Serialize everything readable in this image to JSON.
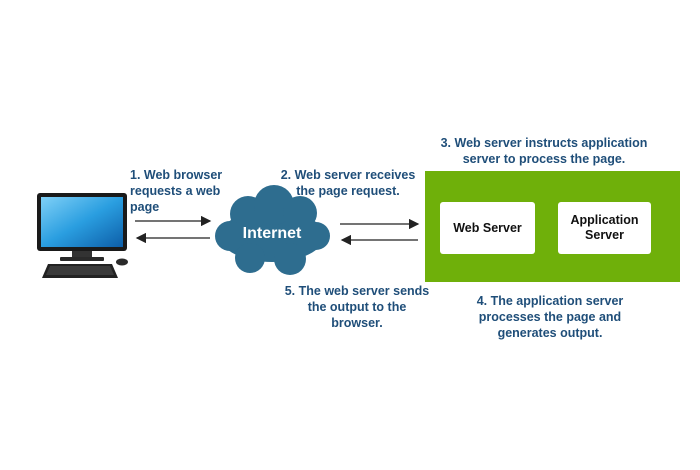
{
  "labels": {
    "step1": "1. Web browser\nrequests a web page",
    "step2": "2. Web server receives\nthe page request.",
    "step3": "3. Web server instructs application\nserver to process the page.",
    "step4": "4. The application server\nprocesses the page and\ngenerates output.",
    "step5": "5. The web server sends\nthe output to the\nbrowser."
  },
  "cloud": {
    "label": "Internet",
    "color": "#2e6d8f"
  },
  "server_area": {
    "color": "#6fb00a",
    "web_server": "Web Server",
    "app_server": "Application\nServer"
  },
  "icons": {
    "computer": "desktop-computer-icon"
  },
  "colors": {
    "text": "#1f4e79",
    "arrow": "#222222"
  }
}
